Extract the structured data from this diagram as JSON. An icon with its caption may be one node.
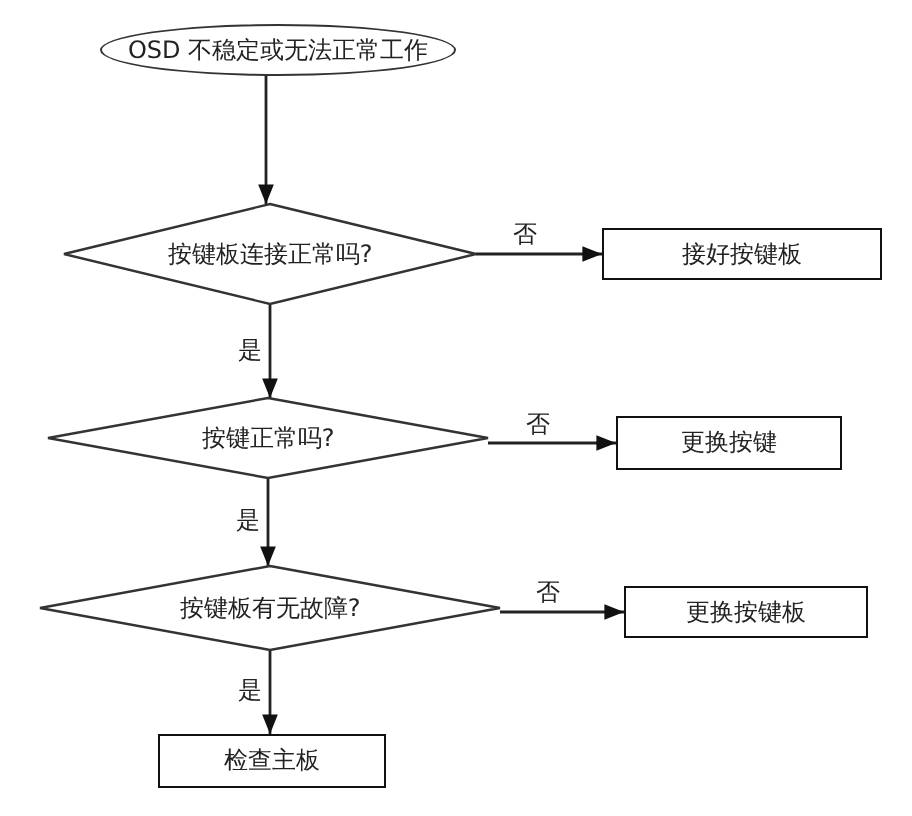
{
  "diagram": {
    "nodes": [
      {
        "text": [
          "OSD 不稳定或无法正常工作"
        ]
      },
      {
        "text": [
          "按键板连接正常吗?"
        ]
      },
      {
        "text": [
          "接好按键板"
        ]
      },
      {
        "text": [
          "按键正常吗?"
        ]
      },
      {
        "text": [
          "更换按键"
        ]
      },
      {
        "text": [
          "按键板有无故障?"
        ]
      },
      {
        "text": [
          "更换按键板"
        ]
      },
      {
        "text": [
          "检查主板"
        ]
      }
    ],
    "edges": [
      {
        "from": 0,
        "to": 1,
        "arrow": "to"
      },
      {
        "from": 1,
        "to": 2,
        "arrow": "to",
        "label": "否"
      },
      {
        "from": 1,
        "to": 3,
        "arrow": "to",
        "label": "是"
      },
      {
        "from": 3,
        "to": 4,
        "arrow": "to",
        "label": "否"
      },
      {
        "from": 3,
        "to": 5,
        "arrow": "to",
        "label": "是"
      },
      {
        "from": 5,
        "to": 6,
        "arrow": "to",
        "label": "否"
      },
      {
        "from": 5,
        "to": 7,
        "arrow": "to",
        "label": "是"
      }
    ]
  }
}
